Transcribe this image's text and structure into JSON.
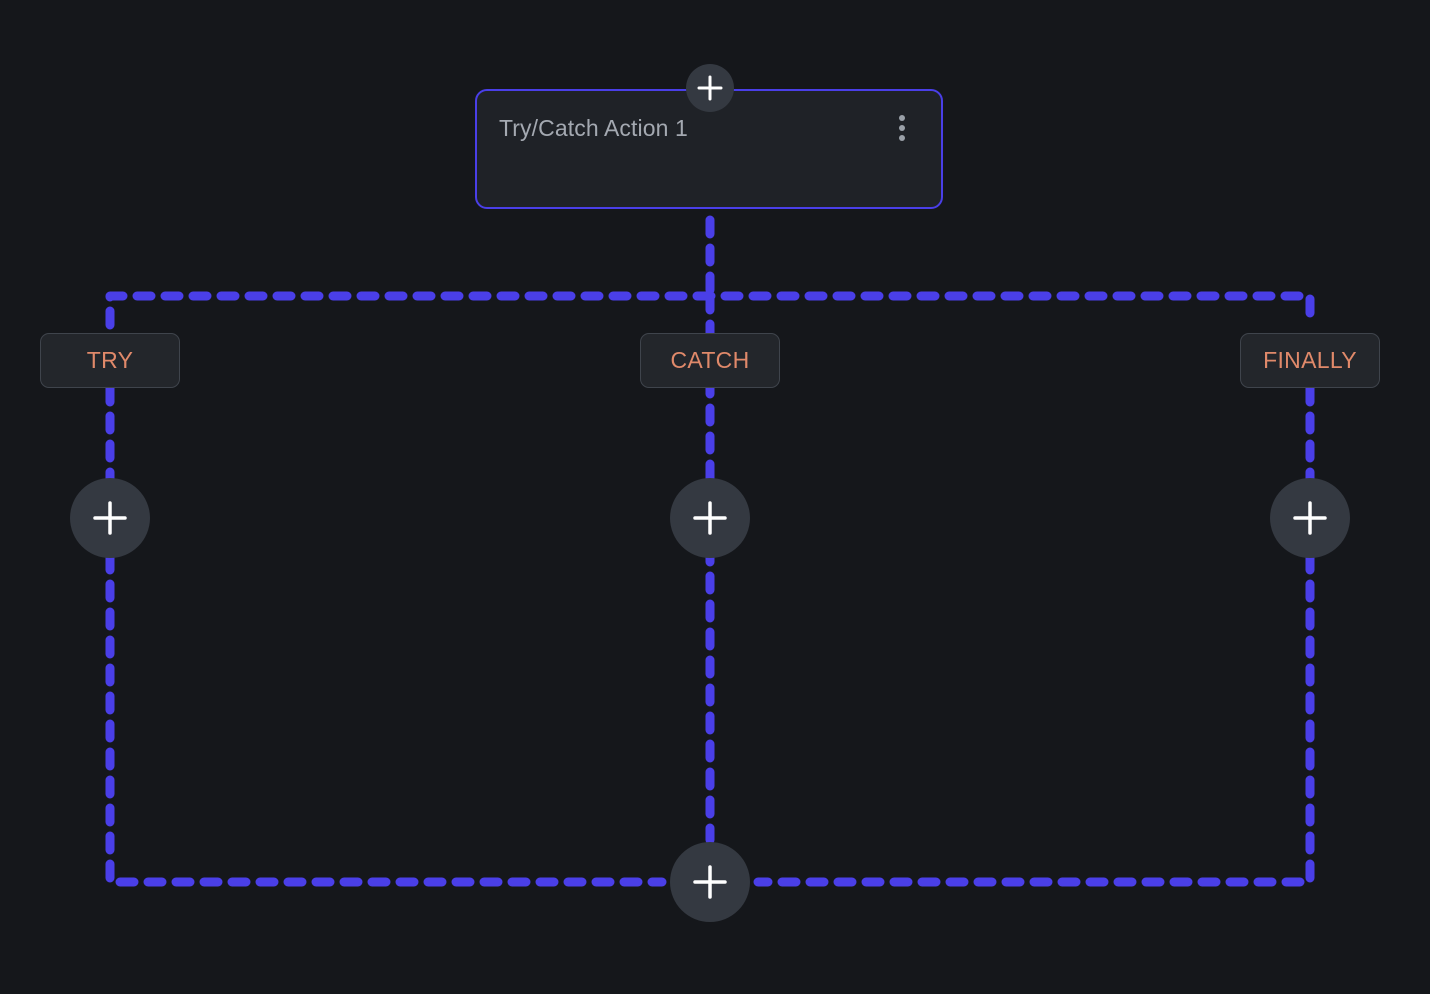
{
  "diagram": {
    "node": {
      "title": "Try/Catch Action 1",
      "menu_icon": "more-vert-icon",
      "add_icon": "plus-icon"
    },
    "branches": [
      {
        "label": "TRY",
        "add_icon": "plus-icon"
      },
      {
        "label": "CATCH",
        "add_icon": "plus-icon"
      },
      {
        "label": "FINALLY",
        "add_icon": "plus-icon"
      }
    ],
    "merge_add_icon": "plus-icon"
  },
  "colors": {
    "background": "#15171b",
    "accent": "#4a3fe8",
    "node_surface": "#1f2227",
    "button_surface": "#343941",
    "label_text": "#e0896a",
    "title_text": "#a4a9b1"
  }
}
